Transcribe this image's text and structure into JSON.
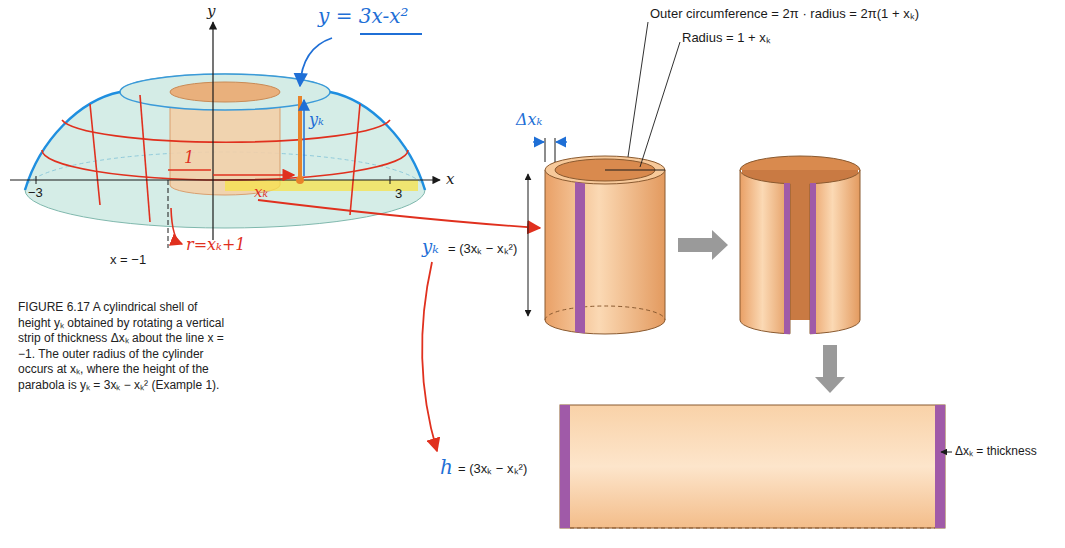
{
  "diagram": {
    "caption": "FIGURE 6.17 A cylindrical shell of height yₖ obtained by rotating a vertical strip of thickness Δxₖ about the line x = −1. The outer radius of the cylinder occurs at xₖ, where the height of the parabola is yₖ = 3xₖ − xₖ² (Example 1).",
    "labels": [
      "y = 3x-x²",
      "y",
      "x",
      "−3",
      "1",
      "xₖ",
      "yₖ",
      "3",
      "x = −1",
      "r=xₖ+1",
      "Δxₖ",
      "Outer circumference = 2π · radius = 2π(1 + xₖ)",
      "Radius = 1 + xₖ",
      "yₖ",
      "= (3xₖ − xₖ²)",
      "h",
      "= (3xₖ − xₖ²)",
      "Δxₖ = thickness"
    ]
  }
}
